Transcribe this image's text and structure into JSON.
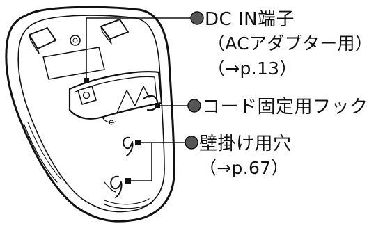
{
  "callouts": {
    "dc_in": {
      "title": "DC IN端子",
      "note": "（ACアダプター用）",
      "ref": "（→p.13）"
    },
    "cord_hook": {
      "title": "コード固定用フック"
    },
    "wall_holes": {
      "title": "壁掛け用穴",
      "ref": "（→p.67）"
    }
  }
}
